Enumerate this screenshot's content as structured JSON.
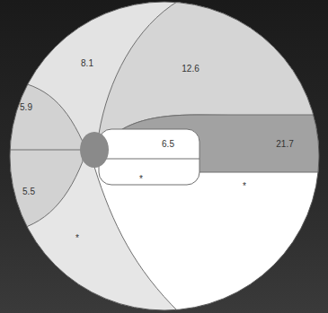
{
  "diagram": {
    "labels": [
      "8.1",
      "12.6",
      "5.9",
      "6.5",
      "21.7",
      "5.5",
      "*",
      "*",
      "*"
    ]
  }
}
